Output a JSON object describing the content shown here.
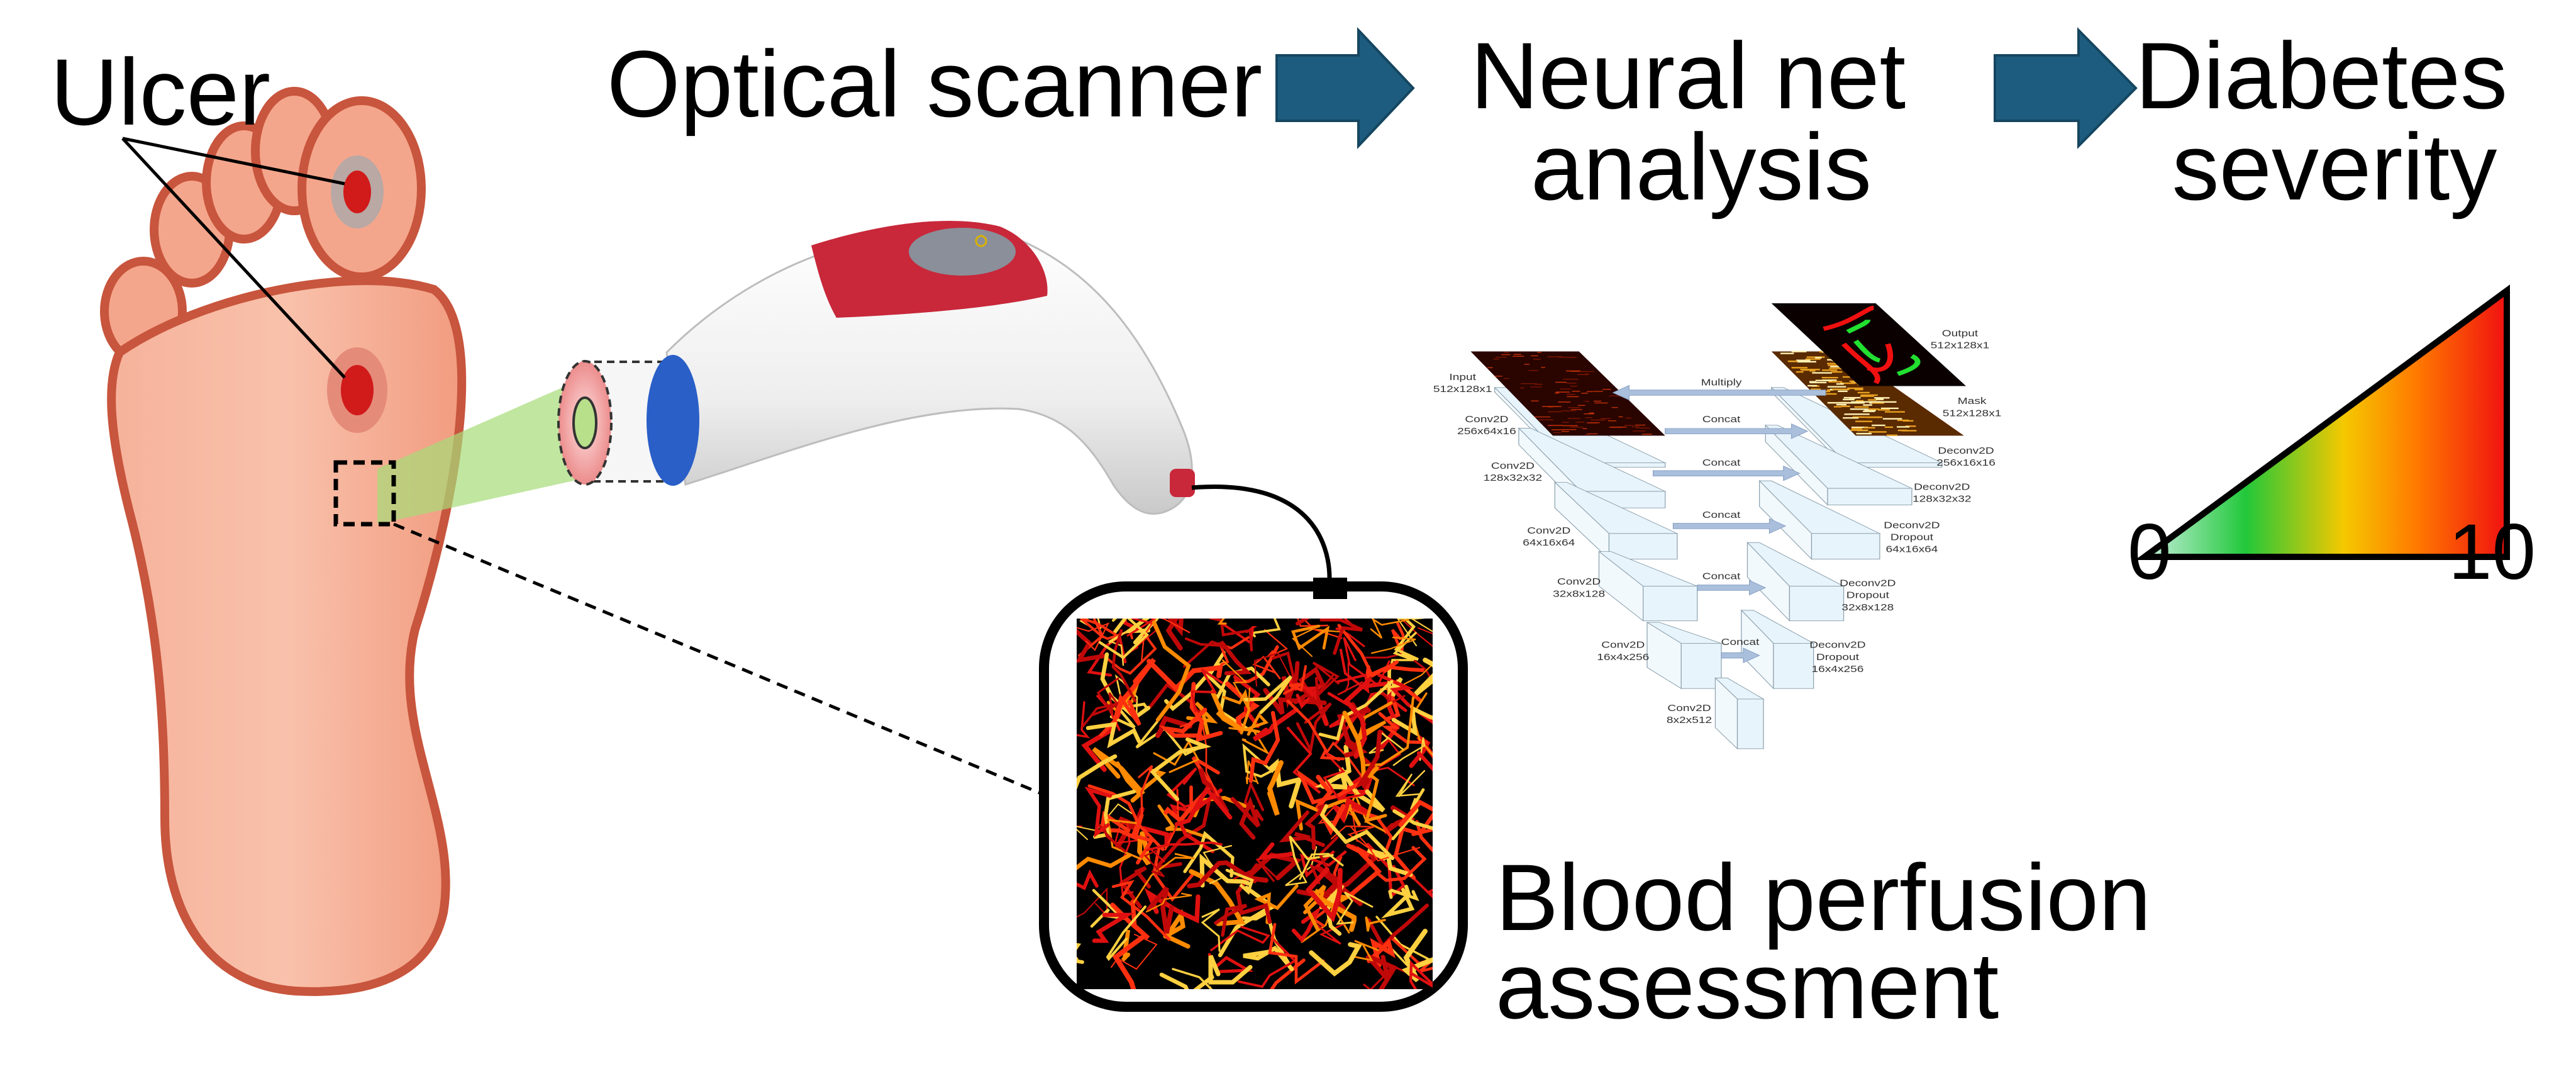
{
  "labels": {
    "ulcer": "Ulcer",
    "optical_scanner": "Optical scanner",
    "neural_net": [
      "Neural net",
      "analysis"
    ],
    "diabetes_severity": [
      "Diabetes",
      "severity"
    ],
    "blood_perfusion": [
      "Blood perfusion",
      "assessment"
    ],
    "scale_min": "0",
    "scale_max": "10"
  },
  "unet": {
    "input": [
      "Input",
      "512x128x1"
    ],
    "output": [
      "Output",
      "512x128x1"
    ],
    "mask": [
      "Mask",
      "512x128x1"
    ],
    "multiply": "Multiply",
    "concat": "Concat",
    "encoder": [
      [
        "Conv2D",
        "256x64x16"
      ],
      [
        "Conv2D",
        "128x32x32"
      ],
      [
        "Conv2D",
        "64x16x64"
      ],
      [
        "Conv2D",
        "32x8x128"
      ],
      [
        "Conv2D",
        "16x4x256"
      ],
      [
        "Conv2D",
        "8x2x512"
      ]
    ],
    "decoder": [
      [
        "Deconv2D",
        "256x16x16"
      ],
      [
        "Deconv2D",
        "128x32x32"
      ],
      [
        "Deconv2D",
        "Dropout",
        "64x16x64"
      ],
      [
        "Deconv2D",
        "Dropout",
        "32x8x128"
      ],
      [
        "Deconv2D",
        "Dropout",
        "16x4x256"
      ]
    ]
  },
  "colors": {
    "arrow": "#1d5c7e",
    "foot_fill": "#f4a68c",
    "foot_outline": "#c8553d",
    "ulcer": "#d11a1a",
    "scanner_red": "#c8283a",
    "scanner_blue": "#2a5fc8",
    "beam": "#a6dc78",
    "severity_gradient": [
      "#c8f0e0",
      "#22c83a",
      "#f5c800",
      "#ff7a00",
      "#f01010"
    ],
    "unet_box": "#e8f4fb",
    "unet_arrow": "#a9bfdc"
  },
  "icons": [
    "foot-illustration",
    "optical-scanner-device",
    "right-arrow",
    "severity-triangle",
    "perfusion-map"
  ]
}
